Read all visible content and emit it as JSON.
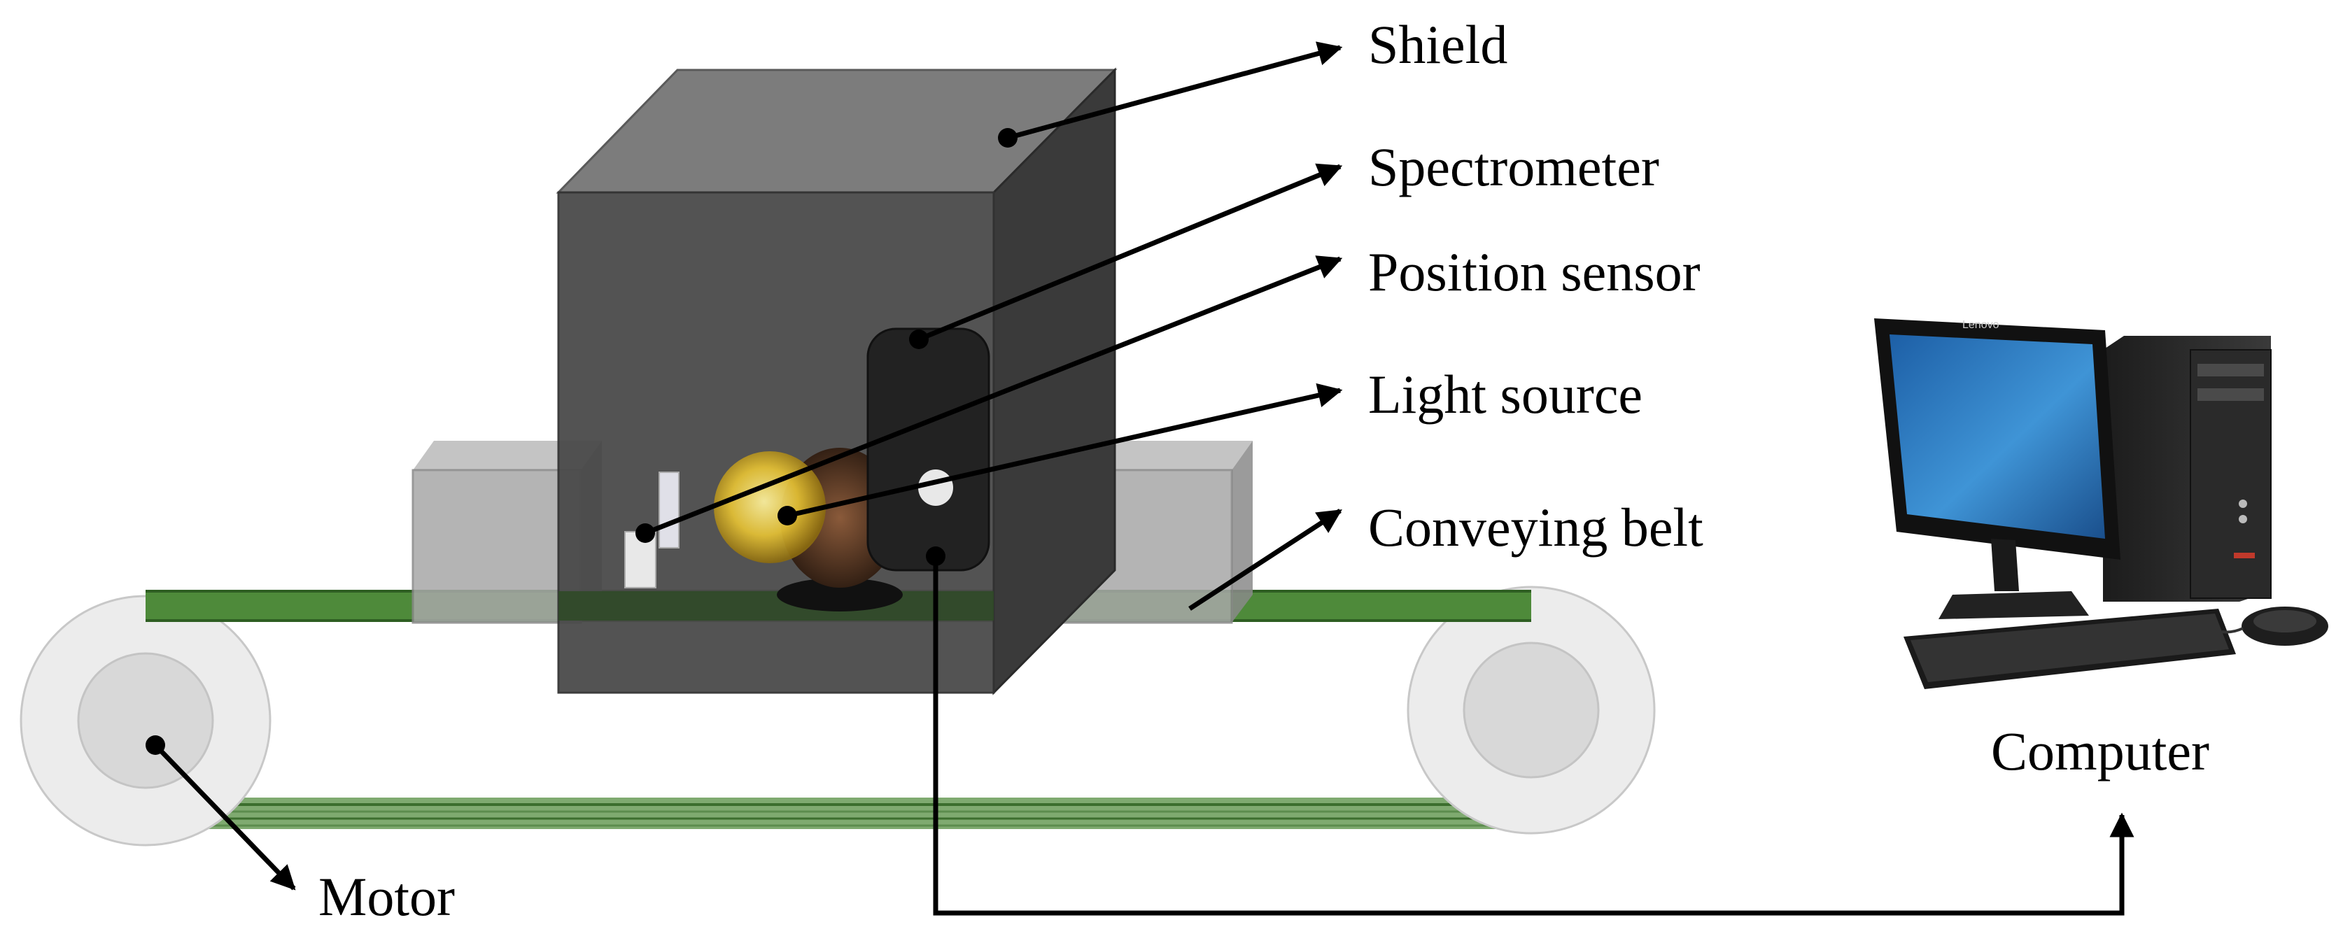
{
  "labels": {
    "shield": "Shield",
    "spectrometer": "Spectrometer",
    "position_sensor": "Position sensor",
    "light_source": "Light source",
    "conveying_belt": "Conveying belt",
    "motor": "Motor",
    "computer": "Computer"
  },
  "monitor_brand": "Lenovo",
  "colors": {
    "shield_front": "#4a4a4a",
    "shield_top": "#7c7c7c",
    "shield_side": "#3a3a3a",
    "belt": "#4e8a3a",
    "pulley_outer": "#ececec",
    "pulley_inner": "#d8d8d8",
    "housing": "#a8a8a8",
    "light_bulb": "#e6c234",
    "screen": "#2f7fc0",
    "arrow": "#000000"
  }
}
